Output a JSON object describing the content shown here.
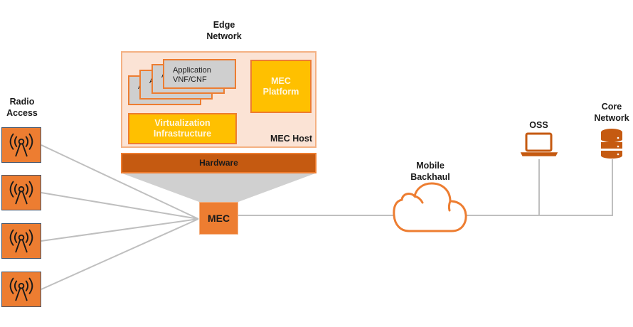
{
  "edge_network": {
    "title": "Edge\nNetwork",
    "mec_host": {
      "label": "MEC Host",
      "application_stack": [
        {
          "label": "A"
        },
        {
          "label": "A"
        },
        {
          "label": "A"
        },
        {
          "label": "Application\nVNF/CNF"
        }
      ],
      "virtualization": "Virtualization\nInfrastructure",
      "platform": "MEC\nPlatform"
    },
    "hardware": "Hardware",
    "mec_node": "MEC"
  },
  "radio_access": {
    "title": "Radio\nAccess",
    "towers": [
      {
        "icon": "radio-tower-icon"
      },
      {
        "icon": "radio-tower-icon"
      },
      {
        "icon": "radio-tower-icon"
      },
      {
        "icon": "radio-tower-icon"
      }
    ]
  },
  "backhaul": {
    "title": "Mobile\nBackhaul",
    "icon": "cloud-icon"
  },
  "oss": {
    "title": "OSS",
    "icon": "laptop-icon"
  },
  "core_network": {
    "title": "Core\nNetwork",
    "icon": "database-icon"
  },
  "colors": {
    "accent_orange": "#ed7d31",
    "dark_orange": "#c55a11",
    "gold": "#ffc000",
    "host_fill": "#fbe3d5",
    "connector_gray": "#bfbfbf",
    "funnel_gray": "#d0d0d0"
  }
}
